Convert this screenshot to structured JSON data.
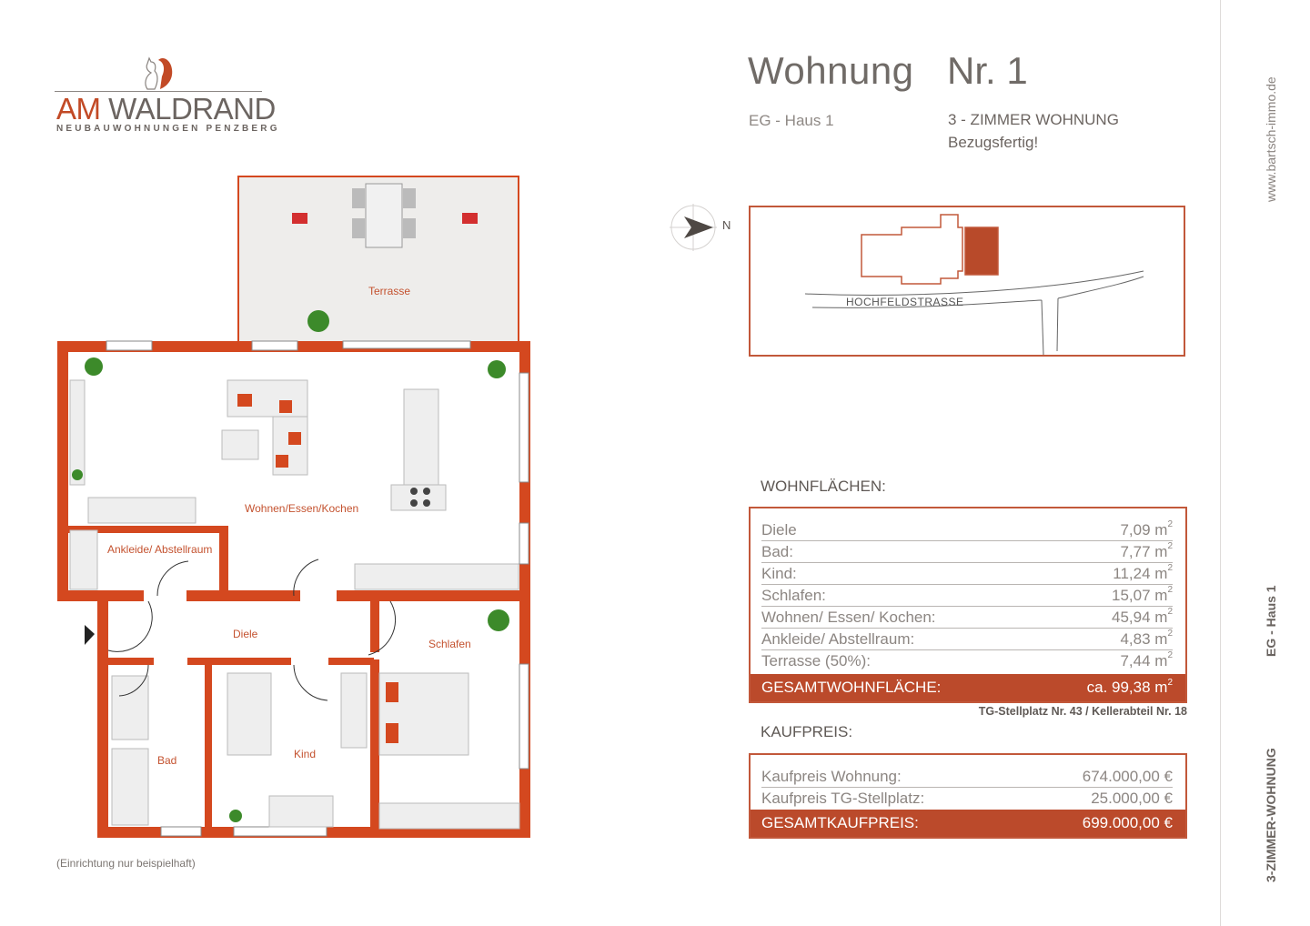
{
  "logo": {
    "brand_part1": "AM",
    "brand_part2": "WALDRAND",
    "subtitle": "NEUBAUWOHNUNGEN PENZBERG",
    "icon": "squirrel-icon"
  },
  "header": {
    "title": "Wohnung",
    "number": "Nr. 1",
    "location": "EG - Haus 1",
    "type": "3 - ZIMMER WOHNUNG",
    "status": "Bezugsfertig!"
  },
  "site_map": {
    "compass_label": "N",
    "street": "HOCHFELDSTRASSE"
  },
  "floor_plan": {
    "rooms": {
      "terrasse": "Terrasse",
      "wohnen": "Wohnen/Essen/Kochen",
      "ankleide": "Ankleide/ Abstellraum",
      "diele": "Diele",
      "schlafen": "Schlafen",
      "bad": "Bad",
      "kind": "Kind"
    },
    "note": "(Einrichtung nur beispielhaft)"
  },
  "wohnflaechen": {
    "heading": "WOHNFLÄCHEN:",
    "rows": [
      {
        "label": "Diele",
        "value": "7,09 m",
        "unit_sup": "2"
      },
      {
        "label": "Bad:",
        "value": "7,77 m",
        "unit_sup": "2"
      },
      {
        "label": "Kind:",
        "value": "11,24 m",
        "unit_sup": "2"
      },
      {
        "label": "Schlafen:",
        "value": "15,07 m",
        "unit_sup": "2"
      },
      {
        "label": "Wohnen/ Essen/ Kochen:",
        "value": "45,94 m",
        "unit_sup": "2"
      },
      {
        "label": "Ankleide/ Abstellraum:",
        "value": "4,83 m",
        "unit_sup": "2"
      },
      {
        "label": "Terrasse (50%):",
        "value": "7,44 m",
        "unit_sup": "2"
      }
    ],
    "total_label": "GESAMTWOHNFLÄCHE:",
    "total_value": "ca. 99,38 m",
    "total_sup": "2",
    "parking_note": "TG-Stellplatz Nr. 43 / Kellerabteil Nr. 18"
  },
  "kaufpreis": {
    "heading": "KAUFPREIS:",
    "rows": [
      {
        "label": "Kaufpreis Wohnung:",
        "value": "674.000,00 €"
      },
      {
        "label": "Kaufpreis TG-Stellplatz:",
        "value": "25.000,00 €"
      }
    ],
    "total_label": "GESAMTKAUFPREIS:",
    "total_value": "699.000,00 €"
  },
  "sidebar": {
    "url": "www.bartsch-immo.de",
    "location": "EG - Haus 1",
    "type": "3-ZIMMER-WOHNUNG"
  },
  "colors": {
    "accent": "#bb4a2b",
    "wall": "#d4481f",
    "text": "#6d6763"
  }
}
